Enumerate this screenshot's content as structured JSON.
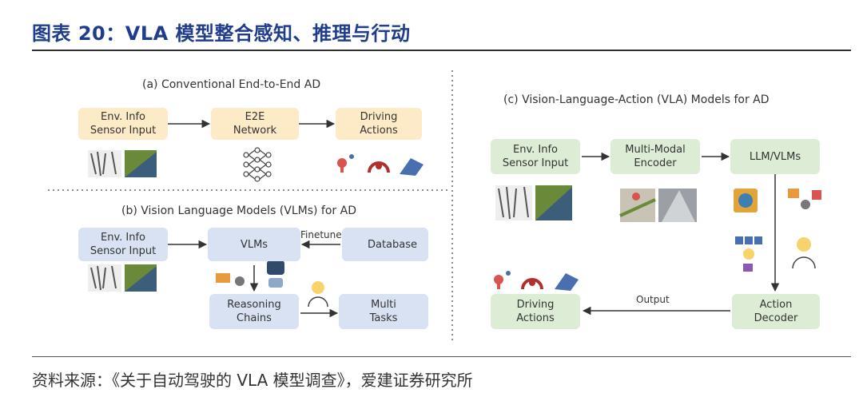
{
  "title": "图表 20：VLA 模型整合感知、推理与行动",
  "source": "资料来源：《关于自动驾驶的 VLA 模型调查》，爱建证券研究所",
  "panel_a": {
    "title": "(a) Conventional End-to-End AD",
    "env": "Env. Info\nSensor Input",
    "e2e": "E2E\nNetwork",
    "actions": "Driving\nActions"
  },
  "panel_b": {
    "title": "(b) Vision Language Models (VLMs) for AD",
    "env": "Env. Info\nSensor Input",
    "vlms": "VLMs",
    "finetune": "Finetune",
    "database": "Database",
    "reasoning": "Reasoning\nChains",
    "multi": "Multi\nTasks"
  },
  "panel_c": {
    "title": "(c) Vision-Language-Action (VLA) Models for AD",
    "env": "Env. Info\nSensor Input",
    "encoder": "Multi-Modal\nEncoder",
    "llm": "LLM/VLMs",
    "output": "Output",
    "decoder": "Action\nDecoder",
    "actions": "Driving\nActions"
  },
  "colors": {
    "title_blue": "#1f3d8c",
    "orange_box": "#fdeac7",
    "blue_box": "#d8e2f3",
    "green_box": "#dcecd5"
  }
}
